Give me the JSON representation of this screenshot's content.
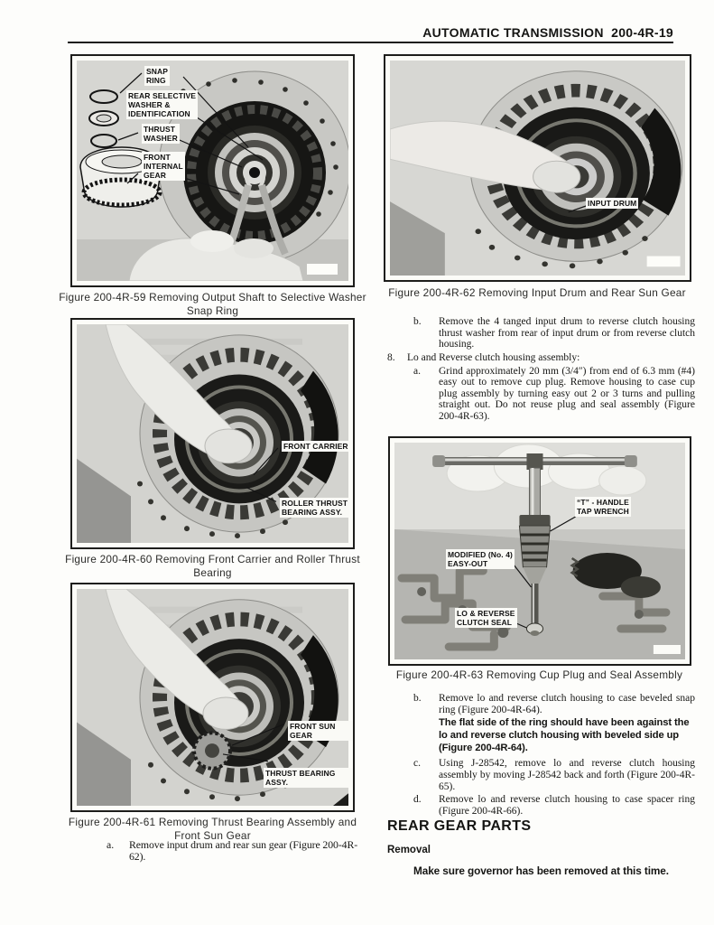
{
  "header": {
    "title": "AUTOMATIC TRANSMISSION  200-4R-19"
  },
  "fig59": {
    "caption": "Figure 200-4R-59 Removing Output Shaft to Selective Washer\nSnap Ring",
    "labels": {
      "snap_ring": "SNAP\nRING",
      "rear_selective_washer": "REAR SELECTIVE\nWASHER &\nIDENTIFICATION",
      "thrust_washer": "THRUST\nWASHER",
      "front_internal_gear": "FRONT\nINTERNAL\nGEAR"
    }
  },
  "fig60": {
    "caption": "Figure 200-4R-60 Removing Front Carrier and Roller Thrust\nBearing",
    "labels": {
      "front_carrier": "FRONT CARRIER",
      "roller_thrust_bearing": "ROLLER THRUST\nBEARING ASSY."
    }
  },
  "fig61": {
    "caption": "Figure 200-4R-61 Removing Thrust Bearing Assembly and\nFront Sun Gear",
    "labels": {
      "front_sun_gear": "FRONT SUN GEAR",
      "thrust_bearing": "THRUST BEARING ASSY."
    }
  },
  "fig62": {
    "caption": "Figure 200-4R-62 Removing Input Drum and Rear Sun Gear",
    "labels": {
      "input_drum": "INPUT DRUM"
    }
  },
  "fig63": {
    "caption": "Figure 200-4R-63 Removing Cup Plug and Seal Assembly",
    "labels": {
      "t_handle": "“T” - HANDLE\nTAP WRENCH",
      "easy_out": "MODIFIED (No. 4)\nEASY-OUT",
      "clutch_seal": "LO & REVERSE\nCLUTCH SEAL"
    }
  },
  "steps": {
    "left_a": {
      "marker": "a.",
      "text": "Remove input drum and rear sun gear (Figure 200-4R-62)."
    },
    "b1": {
      "marker": "b.",
      "text": "Remove the 4 tanged input drum to reverse clutch housing thrust washer from rear of input drum or from reverse clutch housing."
    },
    "n8": {
      "marker": "8.",
      "text": "Lo and Reverse clutch housing assembly:"
    },
    "a8": {
      "marker": "a.",
      "text": "Grind approximately 20 mm (3/4″) from end of 6.3 mm (#4) easy out to remove cup plug. Remove housing to case cup plug assembly by turning easy out 2 or 3 turns and pulling straight out. Do not reuse plug and seal assembly (Figure 200-4R-63)."
    },
    "b2": {
      "marker": "b.",
      "text": "Remove lo and reverse clutch housing to case beveled snap ring (Figure 200-4R-64).",
      "note": "The flat side of the ring should have been against the lo and reverse clutch housing with beveled side up (Figure 200-4R-64)."
    },
    "c": {
      "marker": "c.",
      "text": "Using J-28542, remove lo and reverse clutch housing assembly by moving J-28542 back and forth (Figure 200-4R-65)."
    },
    "d": {
      "marker": "d.",
      "text": "Remove lo and reverse clutch housing to case spacer ring (Figure 200-4R-66)."
    }
  },
  "sections": {
    "rear_gear_parts": "REAR GEAR PARTS",
    "removal": "Removal",
    "note": "Make sure governor has been removed at this time."
  },
  "colors": {
    "ink": "#1b1b19",
    "paper": "#fdfdfb"
  }
}
